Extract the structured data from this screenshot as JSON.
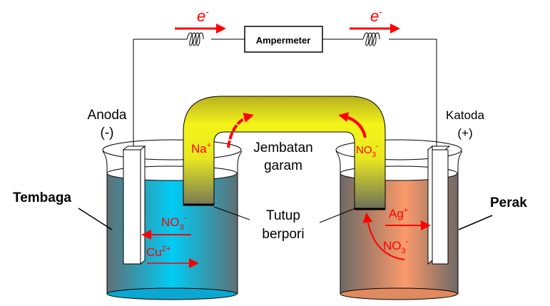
{
  "labels": {
    "ampermeter": "Ampermeter",
    "electron_left": "e",
    "electron_right": "e",
    "electron_sup": "-",
    "anoda": "Anoda",
    "anoda_sign": "(-)",
    "katoda": "Katoda",
    "katoda_sign": "(+)",
    "bridge_line1": "Jembatan",
    "bridge_line2": "garam",
    "cap_line1": "Tutup",
    "cap_line2": "berpori",
    "tembaga": "Tembaga",
    "perak": "Perak"
  },
  "ions": {
    "na": {
      "base": "Na",
      "sup": "+"
    },
    "no3_bridge": {
      "base": "NO",
      "sub": "3",
      "sup": "-"
    },
    "no3_left": {
      "base": "NO",
      "sub": "3",
      "sup": "-"
    },
    "cu": {
      "base": "Cu",
      "sup": "2+"
    },
    "ag": {
      "base": "Ag",
      "sup": "+"
    },
    "no3_right": {
      "base": "NO",
      "sub": "3",
      "sup": "-"
    }
  },
  "colors": {
    "arrow": "#ff0000",
    "copper_solution": "#00c8f0",
    "silver_solution": "#f79a6a",
    "salt_bridge": "#f0f000"
  }
}
